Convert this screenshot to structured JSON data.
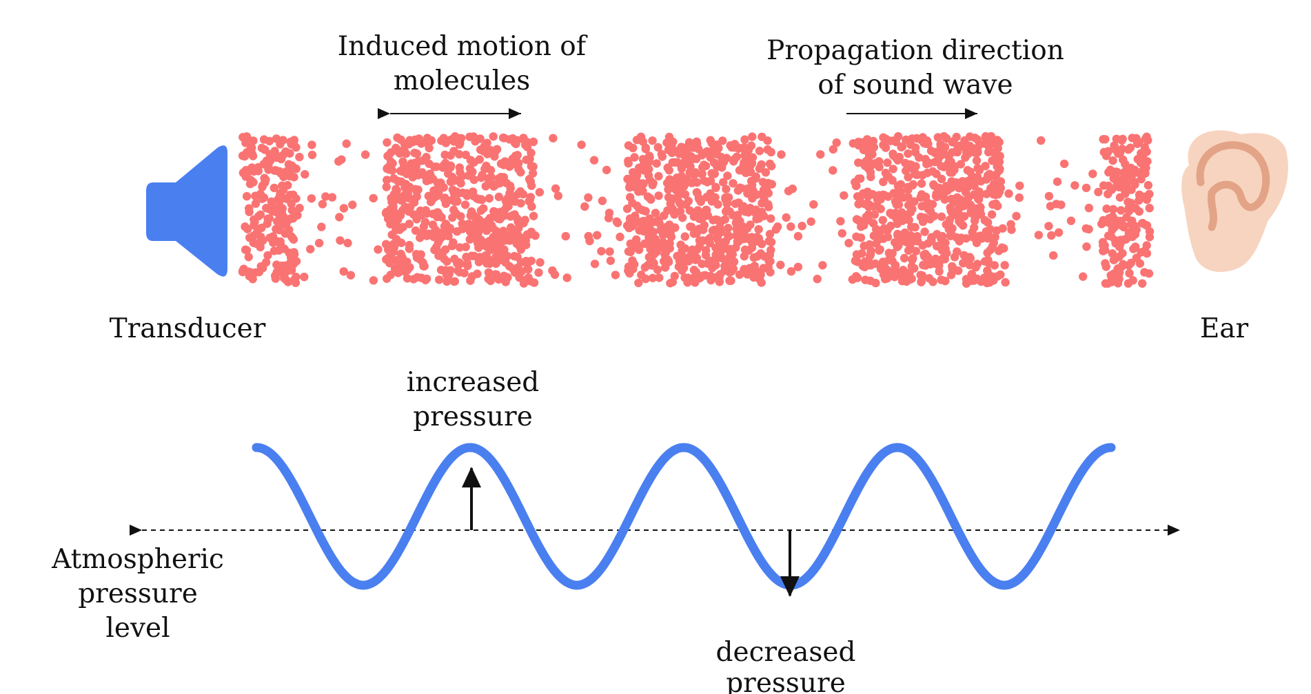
{
  "labels": {
    "induced_motion_line1": "Induced motion of",
    "induced_motion_line2": "molecules",
    "propagation_line1": "Propagation direction",
    "propagation_line2": "of sound wave",
    "transducer": "Transducer",
    "ear": "Ear",
    "increased_line1": "increased",
    "increased_line2": "pressure",
    "decreased_line1": "decreased",
    "decreased_line2": "pressure",
    "atmospheric_line1": "Atmospheric",
    "atmospheric_line2": "pressure",
    "atmospheric_line3": "level"
  },
  "colors": {
    "molecule": "#fa7373",
    "wave": "#4a7ff0",
    "speaker": "#4a7ff0",
    "ear_skin": "#f7d4bf",
    "ear_inner": "#e3a386",
    "ink": "#111111"
  },
  "wave": {
    "cycles": 4,
    "starts_at": "crest"
  },
  "molecules": {
    "dense_bands": 5,
    "sparse_bands": 4
  },
  "icons": {
    "transducer": "speaker-icon",
    "ear": "ear-icon"
  }
}
